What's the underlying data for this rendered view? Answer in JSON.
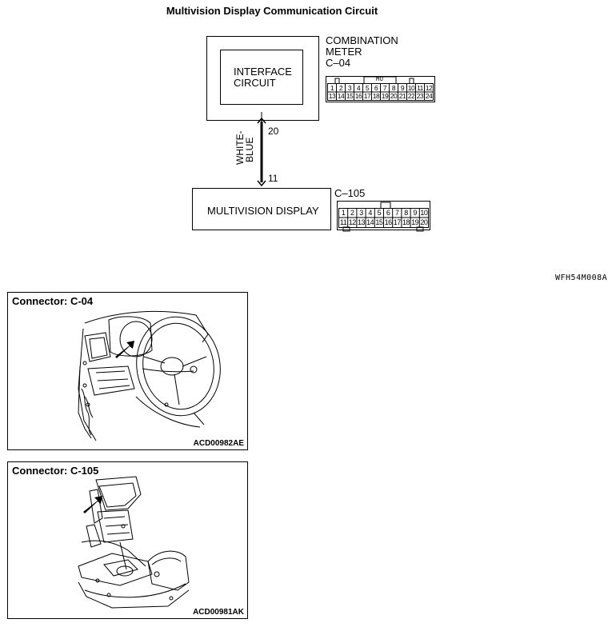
{
  "title": "Multivision Display Communication Circuit",
  "combination_meter": {
    "label_line1": "COMBINATION",
    "label_line2": "METER",
    "connector": "C–04",
    "interface_line1": "INTERFACE",
    "interface_line2": "CIRCUIT",
    "pin": "20",
    "pins_top": [
      "1",
      "2",
      "3",
      "4",
      "5",
      "6",
      "7",
      "8",
      "9",
      "10",
      "11",
      "12"
    ],
    "pins_bottom": [
      "13",
      "14",
      "15",
      "16",
      "17",
      "18",
      "19",
      "20",
      "21",
      "22",
      "23",
      "24"
    ],
    "key_label": "MU"
  },
  "wire": {
    "color_line1": "WHITE-",
    "color_line2": "BLUE"
  },
  "multivision_display": {
    "label": "MULTIVISION DISPLAY",
    "connector": "C–105",
    "pin": "11",
    "pins_top": [
      "1",
      "2",
      "3",
      "4",
      "5",
      "6",
      "7",
      "8",
      "9",
      "10"
    ],
    "pins_bottom": [
      "11",
      "12",
      "13",
      "14",
      "15",
      "16",
      "17",
      "18",
      "19",
      "20"
    ]
  },
  "figure_code": "WFH54M008A",
  "panels": [
    {
      "title": "Connector: C-04",
      "code": "ACD00982AE"
    },
    {
      "title": "Connector: C-105",
      "code": "ACD00981AK"
    }
  ]
}
